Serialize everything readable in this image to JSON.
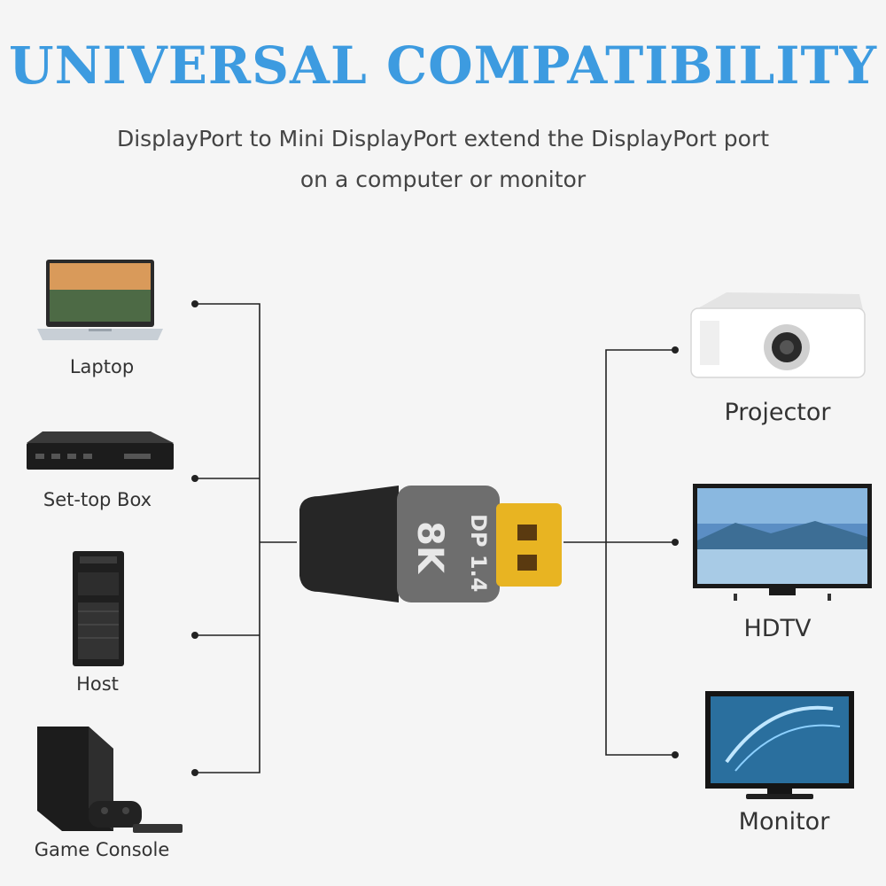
{
  "header": {
    "title": "UNIVERSAL COMPATIBILITY",
    "subtitle_line1": "DisplayPort to Mini DisplayPort extend the DisplayPort port",
    "subtitle_line2": "on a computer or monitor"
  },
  "adapter": {
    "line1": "DP 1.4",
    "line2": "8K"
  },
  "devices_left": [
    {
      "label": "Laptop"
    },
    {
      "label": "Set-top Box"
    },
    {
      "label": "Host"
    },
    {
      "label": "Game Console"
    }
  ],
  "devices_right": [
    {
      "label": "Projector"
    },
    {
      "label": "HDTV"
    },
    {
      "label": "Monitor"
    }
  ],
  "colors": {
    "title": "#3d9be0",
    "connector_gold": "#e8b422",
    "connector_body": "#6e6e6e",
    "line": "#222222"
  }
}
